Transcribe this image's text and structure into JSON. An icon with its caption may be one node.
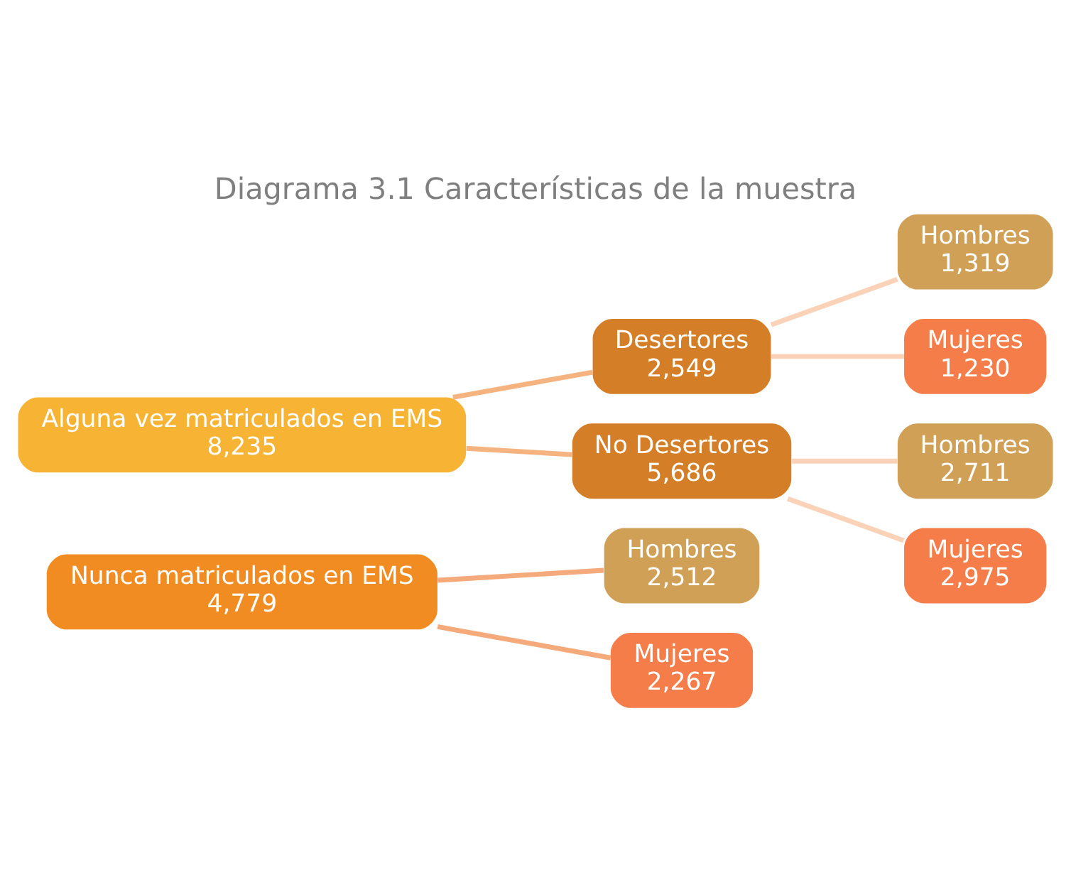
{
  "diagram": {
    "title": "Diagrama 3.1 Características de la muestra",
    "nodes": [
      {
        "text": [
          "Nunca matriculados en EMS",
          "4,779"
        ]
      },
      {
        "text": [
          "Hombres",
          "2,512"
        ]
      },
      {
        "text": [
          "Mujeres",
          "2,267"
        ]
      },
      {
        "text": [
          "Alguna vez matriculados en EMS",
          "8,235"
        ]
      },
      {
        "text": [
          "Desertores",
          "2,549"
        ]
      },
      {
        "text": [
          "No Desertores",
          "5,686"
        ]
      },
      {
        "text": [
          "Hombres",
          "1,319"
        ]
      },
      {
        "text": [
          "Mujeres",
          "1,230"
        ]
      },
      {
        "text": [
          "Hombres",
          "2,711"
        ]
      },
      {
        "text": [
          "Mujeres",
          "2,975"
        ]
      }
    ],
    "edges": [
      {
        "from": 0,
        "to": 1,
        "arrow": "none",
        "color": "#f5aa7c"
      },
      {
        "from": 0,
        "to": 2,
        "arrow": "none",
        "color": "#f5aa7c"
      },
      {
        "from": 3,
        "to": 4,
        "arrow": "none",
        "color": "#f5b37f"
      },
      {
        "from": 3,
        "to": 5,
        "arrow": "none",
        "color": "#f5b37f"
      },
      {
        "from": 4,
        "to": 6,
        "arrow": "none",
        "color": "#fad2b8"
      },
      {
        "from": 4,
        "to": 7,
        "arrow": "none",
        "color": "#fad2b8"
      },
      {
        "from": 5,
        "to": 8,
        "arrow": "none",
        "color": "#fad2b8"
      },
      {
        "from": 5,
        "to": 9,
        "arrow": "none",
        "color": "#fad2b8"
      }
    ]
  }
}
